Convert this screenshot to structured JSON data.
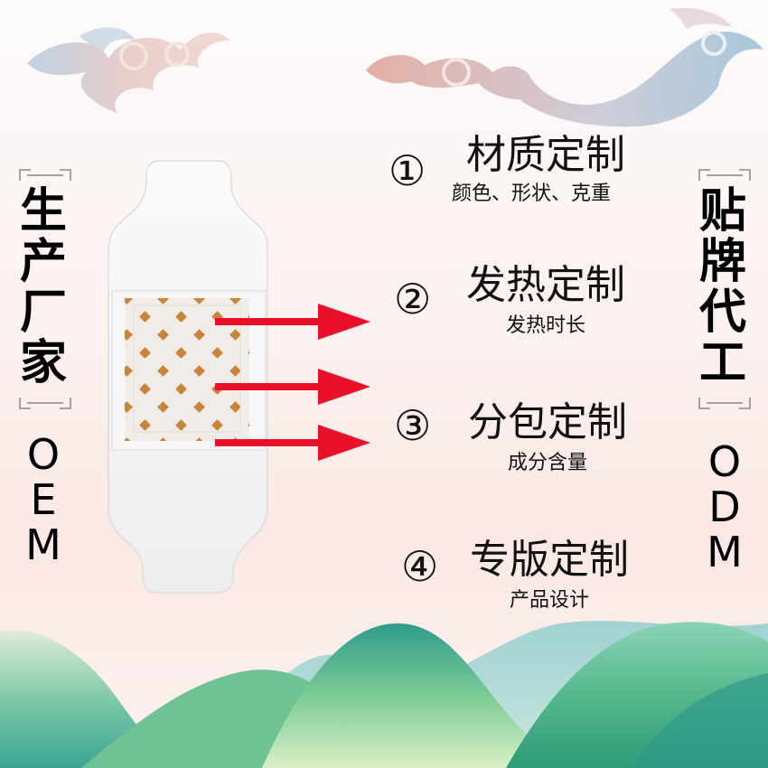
{
  "left_label": {
    "chars": [
      "生",
      "产",
      "厂",
      "家"
    ],
    "letters": [
      "O",
      "E",
      "M"
    ]
  },
  "right_label": {
    "chars": [
      "贴",
      "牌",
      "代",
      "工"
    ],
    "letters": [
      "O",
      "D",
      "M"
    ]
  },
  "items": [
    {
      "number": "①",
      "title": "材质定制",
      "subtitle": "颜色、形状、克重"
    },
    {
      "number": "②",
      "title": "发热定制",
      "subtitle": "发热时长"
    },
    {
      "number": "③",
      "title": "分包定制",
      "subtitle": "成分含量"
    },
    {
      "number": "④",
      "title": "专版定制",
      "subtitle": "产品设计"
    }
  ],
  "colors": {
    "arrow": "#e8102a",
    "dot": "#c8853a",
    "mountain_green": "#5cc08a",
    "mountain_teal": "#2fa3a0",
    "cloud_pink": "#e9b9b0",
    "cloud_blue": "#9fc6d6"
  }
}
